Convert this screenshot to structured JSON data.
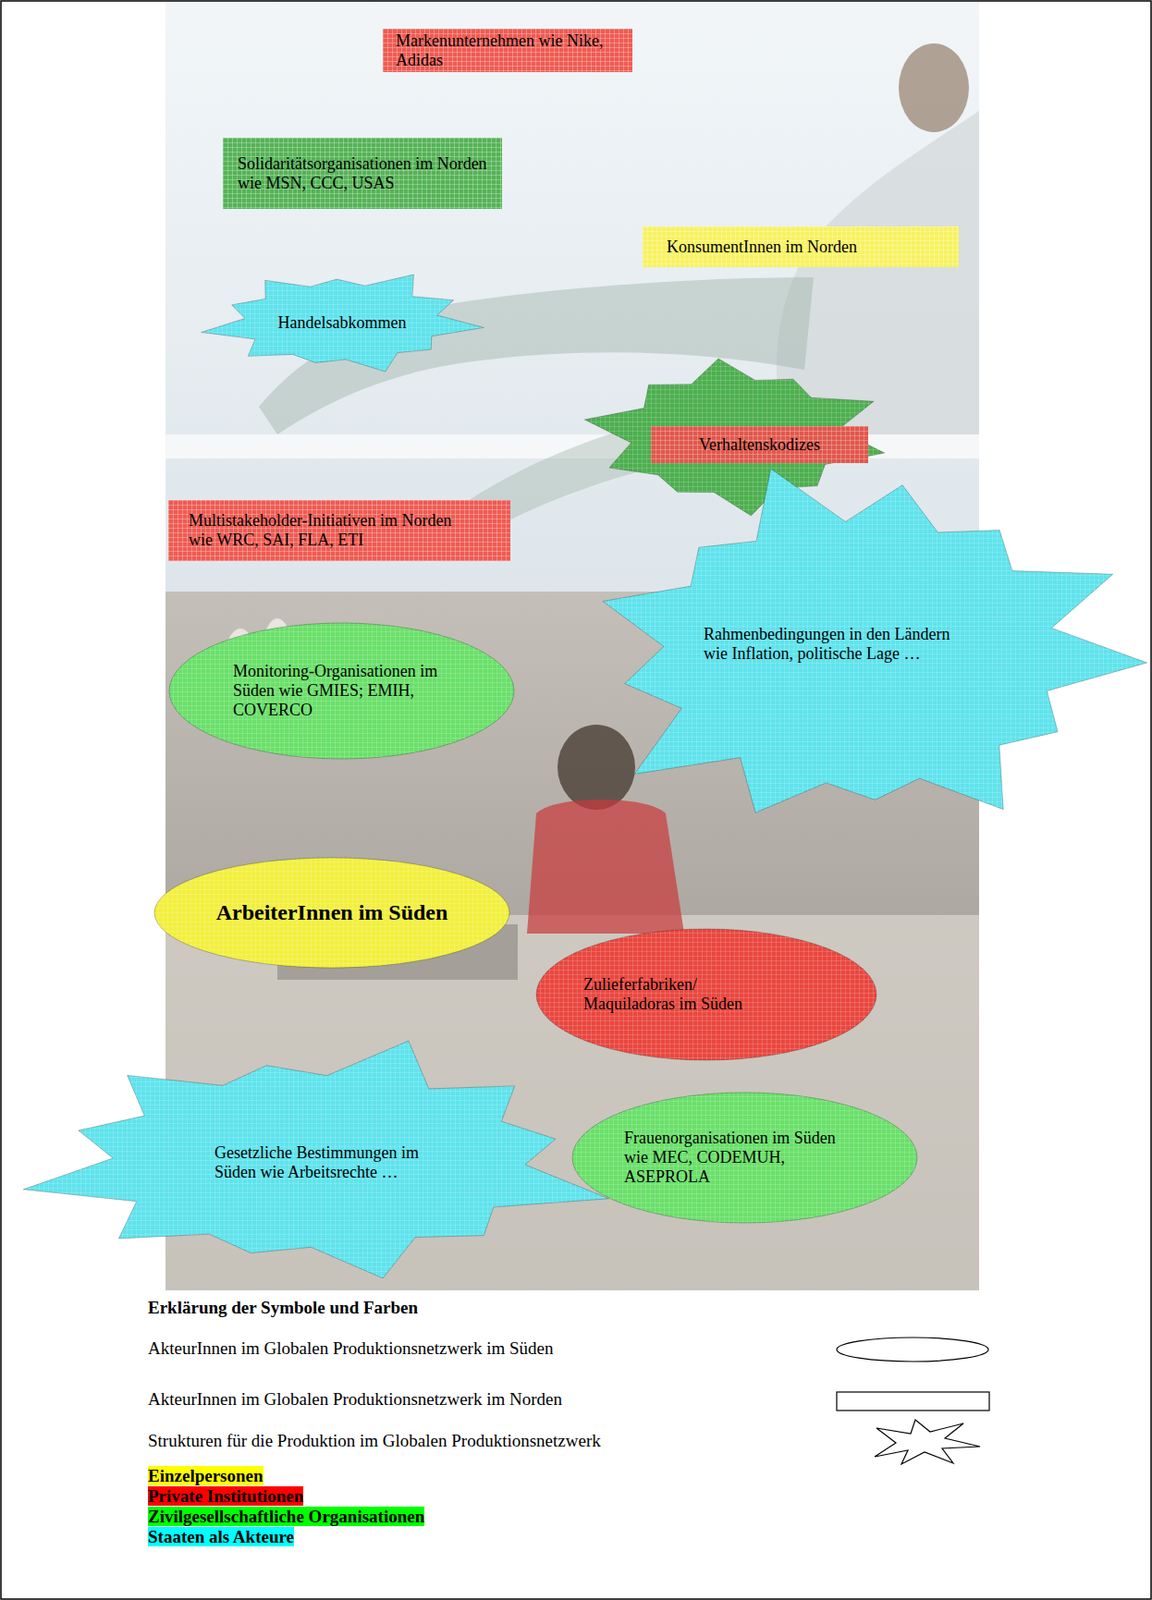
{
  "diagram": {
    "nodes": [
      {
        "text": [
          "Markenunternehmen wie Nike, Adidas"
        ]
      },
      {
        "text": [
          "Solidaritätsorganisationen im Norden wie MSN, CCC, USAS"
        ]
      },
      {
        "text": [
          "KonsumentInnen im Norden"
        ]
      },
      {
        "text": [
          "Handelsabkommen"
        ]
      },
      {
        "text": [
          "Verhaltenskodizes"
        ]
      },
      {
        "text": [
          "Multistakeholder-Initiativen im Norden wie WRC, SAI, FLA, ETI"
        ]
      },
      {
        "text": [
          "Monitoring-Organisationen im Süden wie GMIES; EMIH, COVERCO"
        ]
      },
      {
        "text": [
          "Rahmenbedingungen in den Ländern wie Inflation, politische Lage …"
        ]
      },
      {
        "text": [
          "ArbeiterInnen im Süden"
        ]
      },
      {
        "text": [
          "Zulieferfabriken/ Maquiladoras im Süden"
        ]
      },
      {
        "text": [
          "Gesetzliche Bestimmungen im Süden wie Arbeitsrechte …"
        ]
      },
      {
        "text": [
          "Frauenorganisationen im Süden wie MEC, CODEMUH, ASEPROLA"
        ]
      }
    ],
    "labels": [
      "Erklärung der Symbole und Farben"
    ],
    "legend": [
      {
        "text": "AkteurInnen im Globalen Produktionsnetzwerk im Süden"
      },
      {
        "text": "AkteurInnen im Globalen Produktionsnetzwerk im Norden"
      },
      {
        "text": "Strukturen für die Produktion im Globalen Produktionsnetzwerk"
      },
      {
        "text": "Einzelpersonen",
        "color": "#ffff00"
      },
      {
        "text": "Private Institutionen",
        "color": "#ff0000"
      },
      {
        "text": "Zivilgesellschaftliche Organisationen",
        "color": "#00ff00"
      },
      {
        "text": "Staaten als Akteure",
        "color": "#00ffff"
      }
    ]
  }
}
